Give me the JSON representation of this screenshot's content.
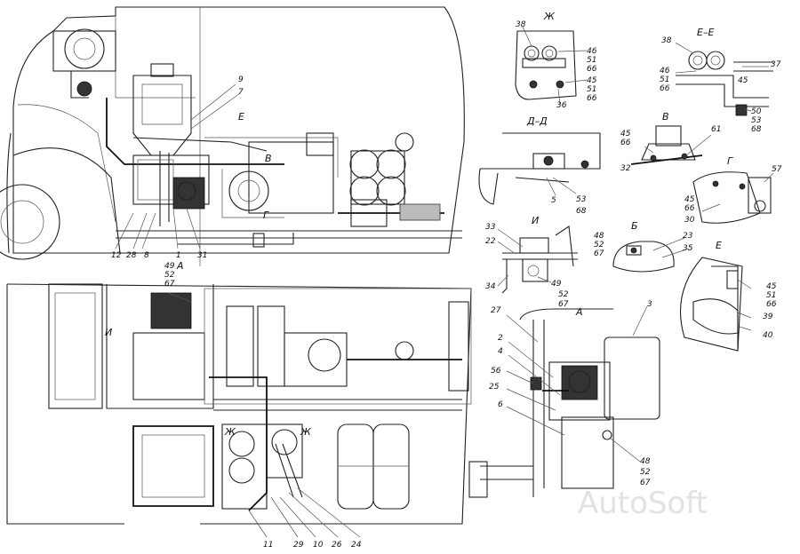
{
  "watermark": "AutoSoft",
  "views": {
    "zh": "Ж",
    "ee": "Е–Е",
    "dd": "Д–Д",
    "v": "В",
    "g": "Г",
    "i": "И",
    "b": "Б",
    "e": "Е",
    "a": "А",
    "a_side": "А",
    "zh_small": "Ж",
    "zh_small2": "Ж",
    "e_side": "Е",
    "v_side": "В",
    "g_side": "Г",
    "i_side": "И"
  },
  "callouts": {
    "c9": "9",
    "c7": "7",
    "c12": "12",
    "c28": "28",
    "c8": "8",
    "c1": "1",
    "c31": "31",
    "c49a": "49",
    "c52a": "52",
    "c67a": "67",
    "c11": "11",
    "c29": "29",
    "c10": "10",
    "c26": "26",
    "c24": "24",
    "c38a": "38",
    "c46a": "46",
    "c51a": "51",
    "c66a": "66",
    "c45a": "45",
    "c51b": "51",
    "c66b": "66",
    "c36": "36",
    "c38b": "38",
    "c37": "37",
    "c46b": "46",
    "c51c": "51",
    "c66c": "66",
    "c45b": "45",
    "c50": "50",
    "c53a": "53",
    "c68a": "68",
    "c5": "5",
    "c53b": "53",
    "c68b": "68",
    "c45c": "45",
    "c66d": "66",
    "c32": "32",
    "c61": "61",
    "c57": "57",
    "c45d": "45",
    "c66e": "66",
    "c30": "30",
    "c33": "33",
    "c22": "22",
    "c34": "34",
    "c49b": "49",
    "c52b": "52",
    "c67b": "67",
    "c48a": "48",
    "c52c": "52",
    "c67c": "67",
    "c23": "23",
    "c35": "35",
    "c45e": "45",
    "c51d": "51",
    "c66f": "66",
    "c39": "39",
    "c40": "40",
    "c27": "27",
    "c3": "3",
    "c2": "2",
    "c4": "4",
    "c56": "56",
    "c25": "25",
    "c6": "6",
    "c48b": "48",
    "c52d": "52",
    "c67d": "67"
  }
}
